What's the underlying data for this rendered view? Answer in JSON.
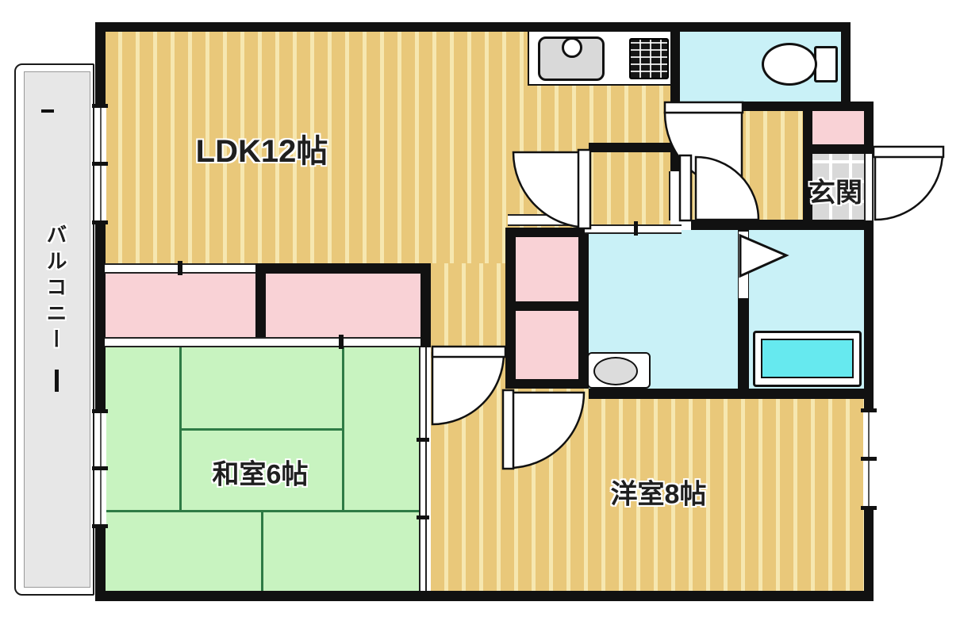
{
  "plan": {
    "rooms": {
      "ldk": {
        "label": "LDK12帖"
      },
      "washitsu": {
        "label": "和室6帖"
      },
      "yoshitsu": {
        "label": "洋室8帖"
      },
      "genkan": {
        "label": "玄関"
      },
      "balcony": {
        "label": "バルコニー"
      }
    },
    "fixtures": [
      "kitchen-sink",
      "gas-stove",
      "toilet",
      "washbasin",
      "bathtub"
    ],
    "palette": {
      "wall": "#111111",
      "floor": "#e9c87a",
      "floorStripe": "#f6e7b0",
      "tatami": "#c8f3c0",
      "tatamiLine": "#2e7b45",
      "closet": "#f9d2d6",
      "water": "#c9f1f7",
      "tub": "#66e9ef",
      "balcony": "#e7e7e7",
      "tile": "#d9d9d9"
    }
  }
}
